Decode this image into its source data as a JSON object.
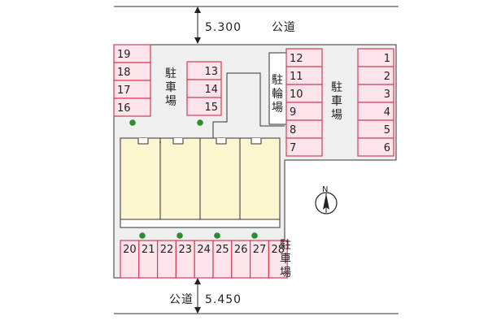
{
  "road_top": {
    "label": "公道",
    "width": "5.300"
  },
  "road_bottom": {
    "label": "公道",
    "width": "5.450"
  },
  "labels": {
    "parking_a": "駐車場",
    "parking_b": "駐車場",
    "parking_c": "駐車場",
    "bike_parking": "駐輪場"
  },
  "compass": {
    "letter": "N"
  },
  "colors": {
    "lot": "#efefef",
    "slot_fill": "#fde3ea",
    "slot_stroke": "#d43c58",
    "building": "#fbf6cf",
    "tree": "#2e8b2e"
  },
  "slots": {
    "right_column": [
      "1",
      "2",
      "3",
      "4",
      "5",
      "6"
    ],
    "center_column": [
      "12",
      "11",
      "10",
      "9",
      "8",
      "7"
    ],
    "left_column": [
      "19",
      "18",
      "17",
      "16"
    ],
    "middle_column": [
      "13",
      "14",
      "15"
    ],
    "bottom_row": [
      "20",
      "21",
      "22",
      "23",
      "24",
      "25",
      "26",
      "27",
      "28"
    ]
  }
}
